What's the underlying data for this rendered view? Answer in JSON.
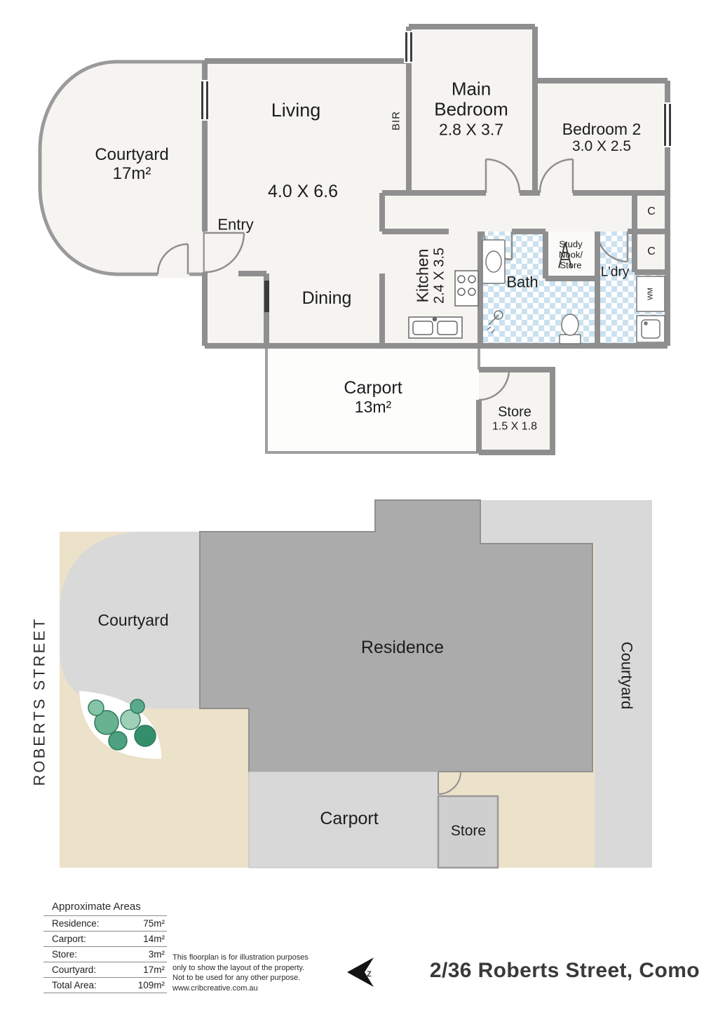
{
  "title": "2/36 Roberts Street, Como",
  "floorplan": {
    "courtyard": {
      "name": "Courtyard",
      "area": "17m²"
    },
    "living": {
      "name": "Living",
      "dims": "4.0 X 6.6"
    },
    "entry": "Entry",
    "dining": "Dining",
    "kitchen": {
      "name": "Kitchen",
      "dims": "2.4 X 3.5"
    },
    "bir": "BIR",
    "main_bedroom": {
      "name1": "Main",
      "name2": "Bedroom",
      "dims": "2.8 X 3.7"
    },
    "bedroom2": {
      "name": "Bedroom 2",
      "dims": "3.0 X 2.5"
    },
    "study_nook": {
      "line1": "Study",
      "line2": "Nook/",
      "line3": "Store"
    },
    "bath": "Bath",
    "laundry": "L'dry",
    "cupboard_top": "C",
    "cupboard_bottom": "C",
    "washing_machine": "WM",
    "carport": {
      "name": "Carport",
      "area": "13m²"
    },
    "store": {
      "name": "Store",
      "dims": "1.5 X 1.8"
    }
  },
  "siteplan": {
    "street": "ROBERTS STREET",
    "courtyard_left": "Courtyard",
    "residence": "Residence",
    "courtyard_right": "Courtyard",
    "carport": "Carport",
    "store": "Store"
  },
  "legend": {
    "heading": "Approximate Areas",
    "rows": [
      {
        "label": "Residence:",
        "value": "75m²"
      },
      {
        "label": "Carport:",
        "value": "14m²"
      },
      {
        "label": "Store:",
        "value": "3m²"
      },
      {
        "label": "Courtyard:",
        "value": "17m²"
      },
      {
        "label": "Total Area:",
        "value": "109m²"
      }
    ],
    "disclaimer": {
      "line1": "This floorplan is for illustration purposes",
      "line2": "only to show the layout of the property.",
      "line3": "Not to be used for any other purpose.",
      "line4": "www.cribcreative.com.au"
    },
    "north_label": "z"
  },
  "colors": {
    "wall": "#8f8f8f",
    "floor": "#f5f4f1",
    "tile_blue": "#cbe1ef",
    "site_beige": "#ece1c9",
    "site_gray": "#d9d9d9",
    "residence_gray": "#ababab",
    "tree_green": "#338f6b"
  }
}
